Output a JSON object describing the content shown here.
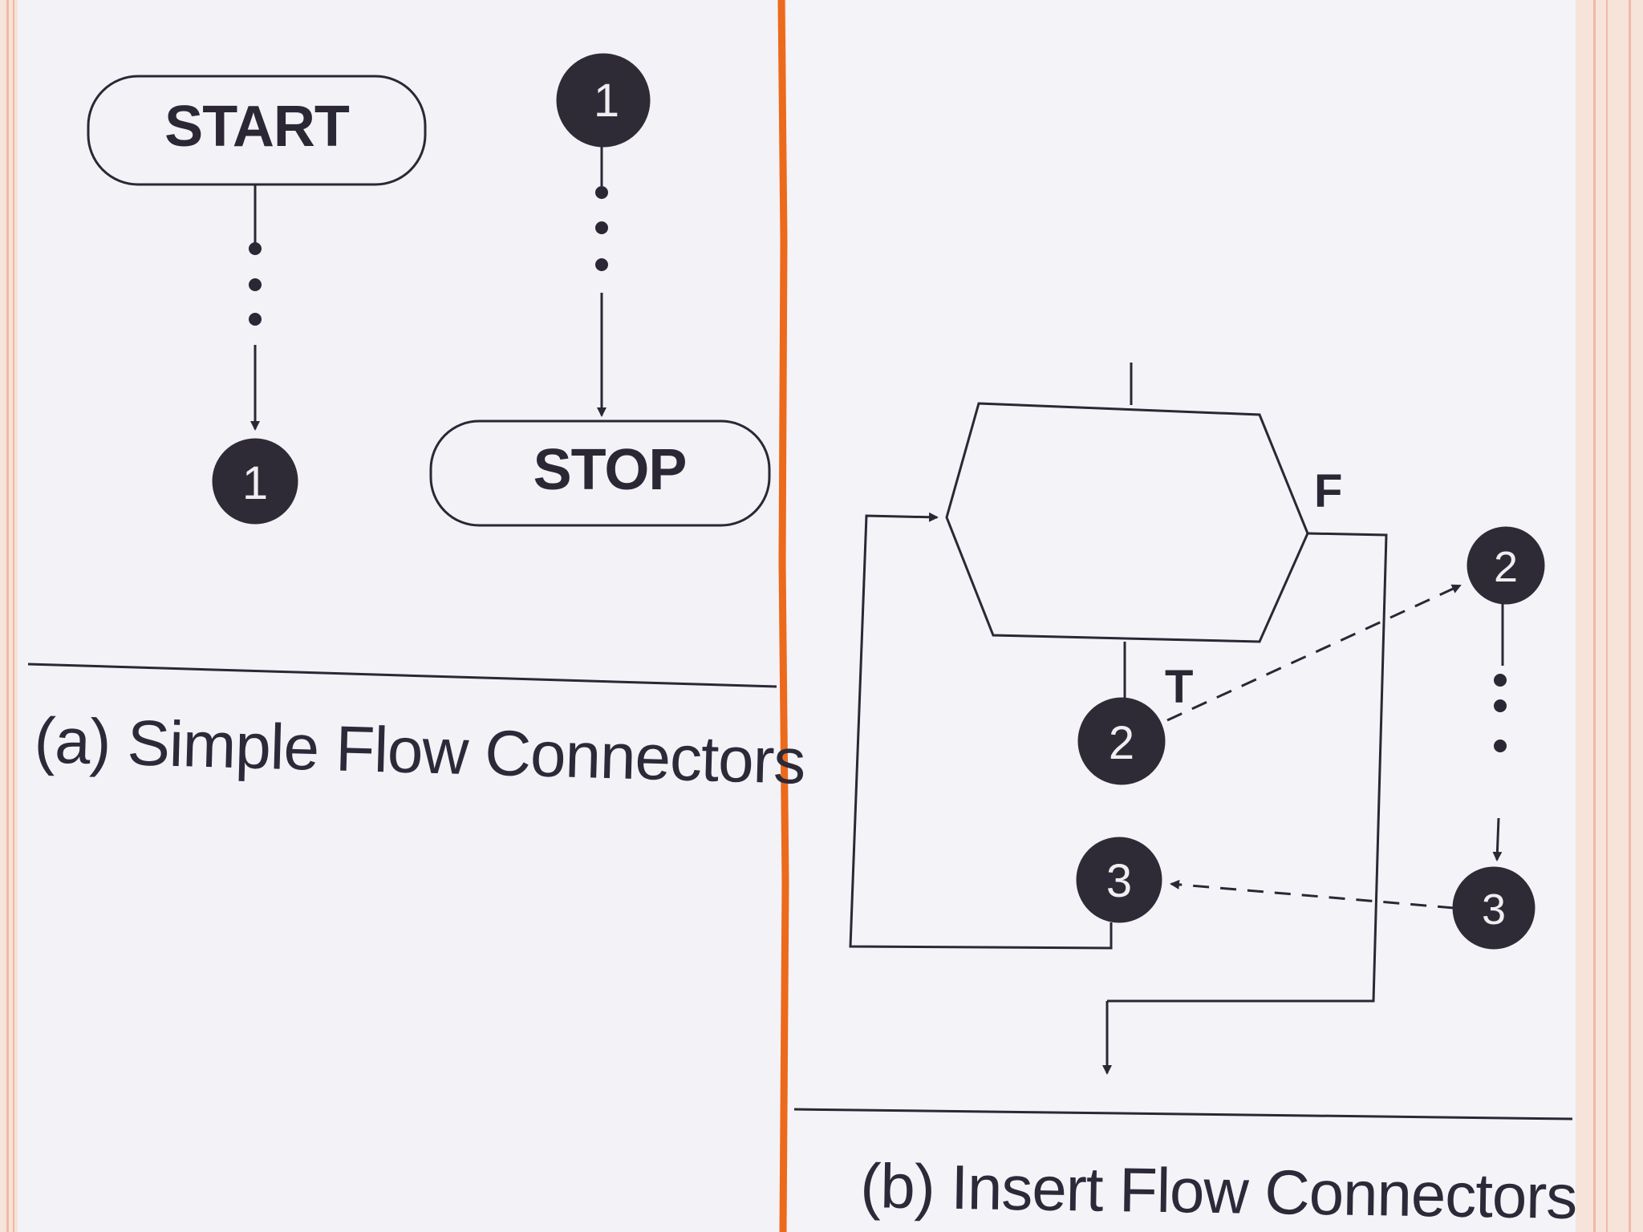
{
  "panel_a": {
    "caption": "(a) Simple Flow Connectors",
    "start_label": "START",
    "stop_label": "STOP",
    "connector_out_label": "1",
    "connector_in_label": "1"
  },
  "panel_b": {
    "caption": "(b) Insert Flow Connectors",
    "false_label": "F",
    "true_label": "T",
    "connector_2_left_label": "2",
    "connector_3_left_label": "3",
    "connector_2_right_label": "2",
    "connector_3_right_label": "3"
  },
  "colors": {
    "background": "#f6e3da",
    "panel": "#f3f2f7",
    "divider": "#ec6a1c",
    "ink": "#2b2735",
    "connector_fill": "#2f2b36"
  }
}
